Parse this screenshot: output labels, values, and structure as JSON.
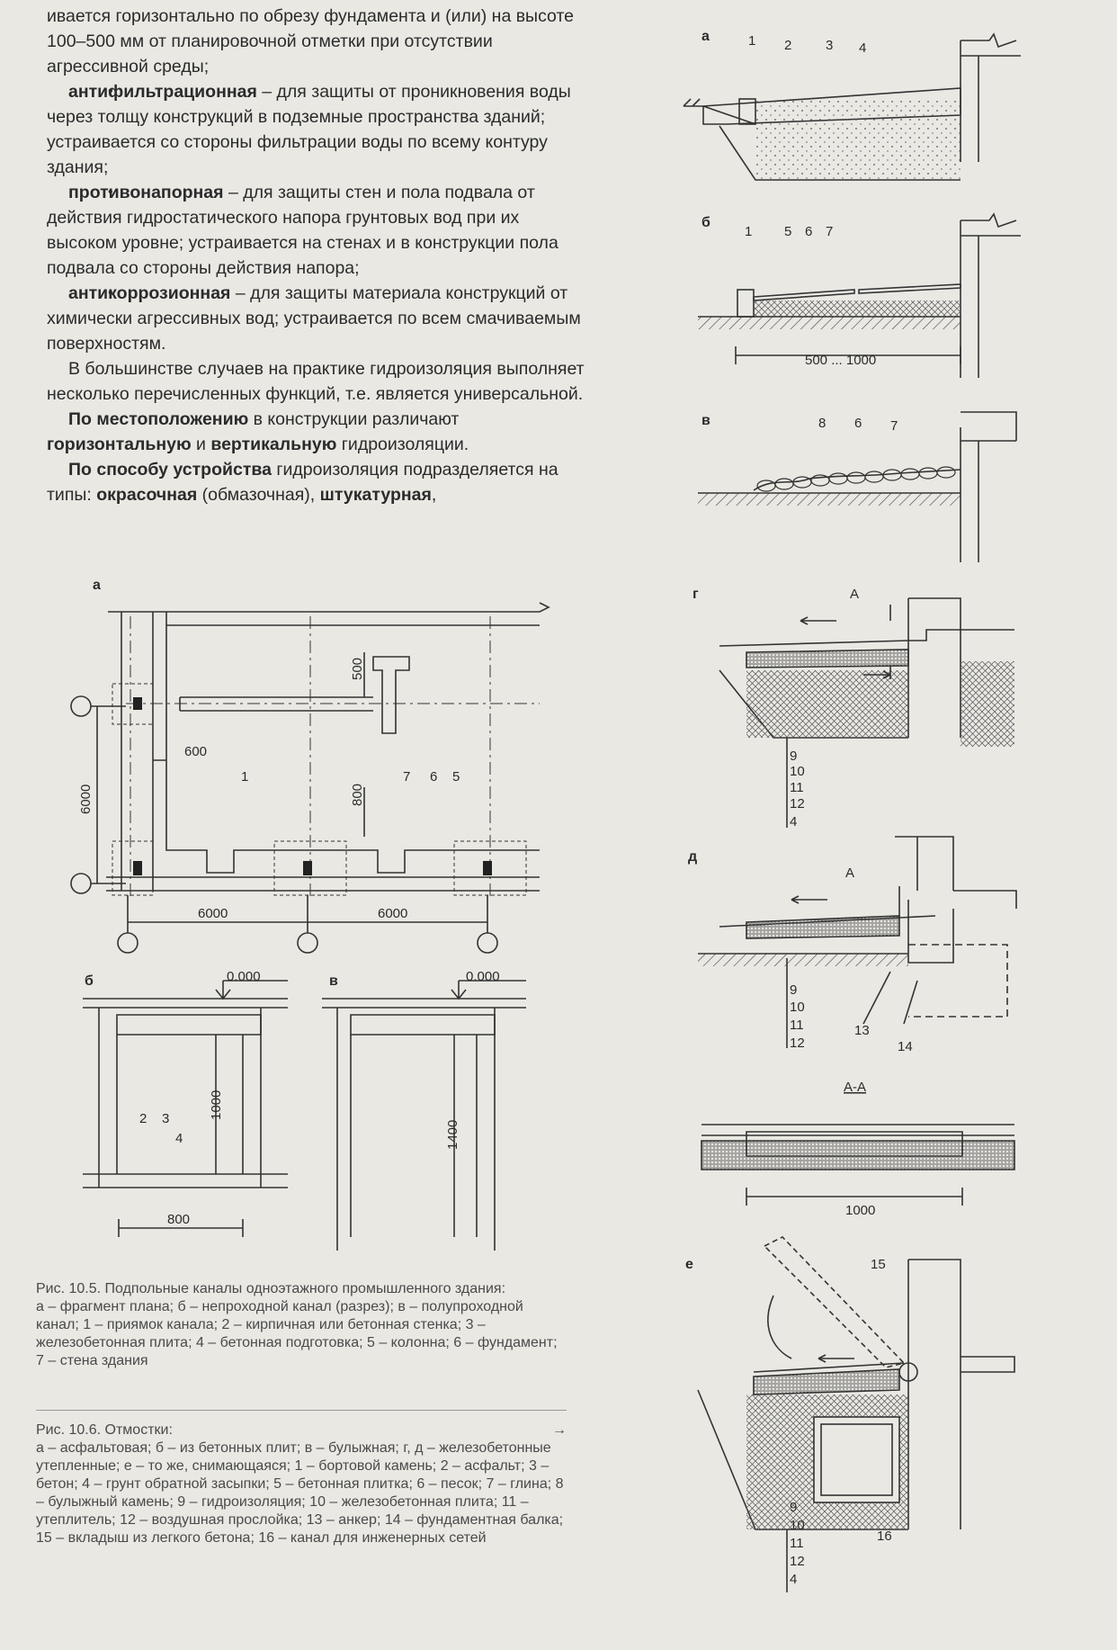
{
  "text": {
    "p1": "ивается горизонтально по обрезу фундамента и (или) на высоте 100–500 мм от планировочной отметки при отсутствии агрессивной среды;",
    "items": [
      {
        "term": "антифильтрационная",
        "rest": " – для защиты от проникновения воды через толщу конструкций в подземные пространства зданий; устраивается со стороны фильтрации воды по всему контуру здания;"
      },
      {
        "term": "противонапорная",
        "rest": " – для защиты стен и пола подвала от действия гидростатического напора грунтовых вод при их высоком уровне; устраивается на стенах и в конструкции пола подвала со стороны действия напора;"
      },
      {
        "term": "антикоррозионная",
        "rest": " – для защиты материала конструкций от химически агрессивных вод; устраивается по всем смачиваемым поверхностям."
      }
    ],
    "p2": "В большинстве случаев на практике гидроизоляция выполняет несколько перечисленных функций, т.е. является универсальной.",
    "p3": {
      "a": "По местоположению",
      "b": " в конструкции различают ",
      "c": "горизонтальную",
      "d": " и ",
      "e": "вертикальную",
      "f": " гидроизоляции."
    },
    "p4": {
      "a": "По способу устройства",
      "b": " гидроизоляция подразделяется на типы: ",
      "c": "окрасочная",
      "d": " (обмазочная), ",
      "e": "штукатурная",
      "f": ","
    }
  },
  "fig5": {
    "labels": {
      "a": "а",
      "b": "б",
      "v": "в"
    },
    "dims": {
      "d500": "500",
      "d600": "600",
      "d800": "800",
      "d6000v": "6000",
      "d6000a": "6000",
      "d6000b": "6000",
      "d1000": "1000",
      "d1400": "1400",
      "d800b": "800",
      "lev1": "0.000",
      "lev2": "0.000"
    },
    "nums": {
      "n1": "1",
      "n7": "7",
      "n6": "6",
      "n5": "5",
      "n2": "2",
      "n3": "3",
      "n4": "4"
    },
    "caption_title": "Рис. 10.5. Подпольные каналы одноэтажного промышленного здания:",
    "caption_body": "а – фрагмент плана; б – непроходной канал (разрез); в – полупроходной канал; 1 – приямок канала; 2 – кирпичная или бетонная стенка; 3 – железобетонная плита; 4 – бетонная подготовка; 5 – колонна; 6 – фундамент; 7 – стена здания"
  },
  "fig6": {
    "labels": {
      "a": "а",
      "b": "б",
      "v": "в",
      "g": "г",
      "d": "д",
      "e": "е",
      "aa": "А-А",
      "A1": "А",
      "A2": "А"
    },
    "nums_a": [
      "1",
      "2",
      "3",
      "4"
    ],
    "nums_b": [
      "1",
      "5",
      "6",
      "7"
    ],
    "nums_v": [
      "8",
      "6",
      "7"
    ],
    "nums_g": [
      "9",
      "10",
      "11",
      "12",
      "4"
    ],
    "nums_d": [
      "9",
      "10",
      "11",
      "12",
      "13",
      "14"
    ],
    "nums_e": [
      "9",
      "10",
      "11",
      "12",
      "4",
      "15",
      "16"
    ],
    "dim_b": "500 ... 1000",
    "dim_aa": "1000",
    "caption_title": "Рис. 10.6. Отмостки:",
    "caption_arrow": "→",
    "caption_body": "а – асфальтовая; б – из бетонных плит; в – булыжная; г, д – железобетонные утепленные; е – то же, снимающаяся; 1 – бортовой камень; 2 – асфальт; 3 – бетон; 4 – грунт обратной засыпки; 5 – бетонная плитка; 6 – песок; 7 – глина; 8 – булыжный камень; 9 – гидроизоляция; 10 – железобетонная плита; 11 – утеплитель; 12 – воздушная прослойка; 13 – анкер; 14 – фундаментная балка; 15 – вкладыш из легкого бетона; 16 – канал для инженерных сетей"
  }
}
